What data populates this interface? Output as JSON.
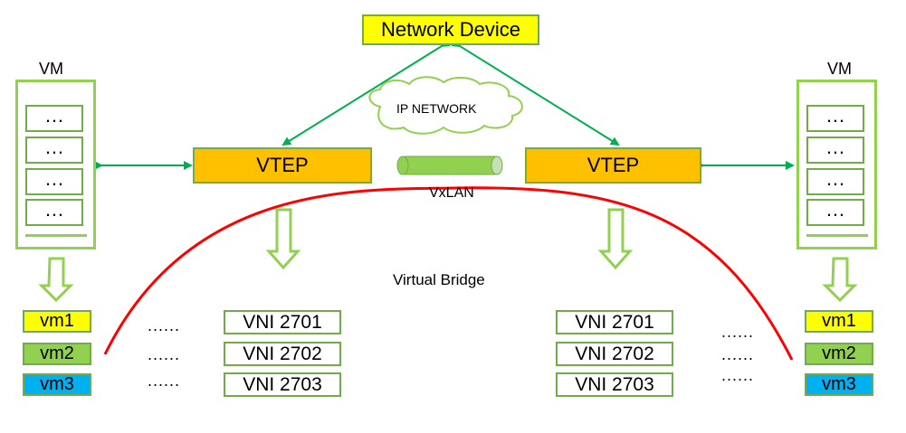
{
  "network_device": "Network Device",
  "ip_network": "IP NETWORK",
  "vxlan": "VxLAN",
  "virtual_bridge": "Virtual Bridge",
  "left": {
    "vm_label": "VM",
    "slots": [
      "…",
      "…",
      "…",
      "…"
    ],
    "vtep": "VTEP",
    "vms": [
      {
        "label": "vm1",
        "color": "#ffff00"
      },
      {
        "label": "vm2",
        "color": "#92d050"
      },
      {
        "label": "vm3",
        "color": "#00b0f0"
      }
    ],
    "dots": [
      "......",
      "......",
      "......"
    ],
    "vnis": [
      "VNI 2701",
      "VNI 2702",
      "VNI 2703"
    ]
  },
  "right": {
    "vm_label": "VM",
    "slots": [
      "…",
      "…",
      "…",
      "…"
    ],
    "vtep": "VTEP",
    "vms": [
      {
        "label": "vm1",
        "color": "#ffff00"
      },
      {
        "label": "vm2",
        "color": "#92d050"
      },
      {
        "label": "vm3",
        "color": "#00b0f0"
      }
    ],
    "dots": [
      "......",
      "......",
      "......"
    ],
    "vnis": [
      "VNI 2701",
      "VNI 2702",
      "VNI 2703"
    ]
  },
  "colors": {
    "box_border": "#70ad47",
    "vtep_fill": "#ffc000",
    "device_fill": "#ffff00",
    "arrow": "#00b050",
    "bridge_curve": "#ff0000"
  }
}
